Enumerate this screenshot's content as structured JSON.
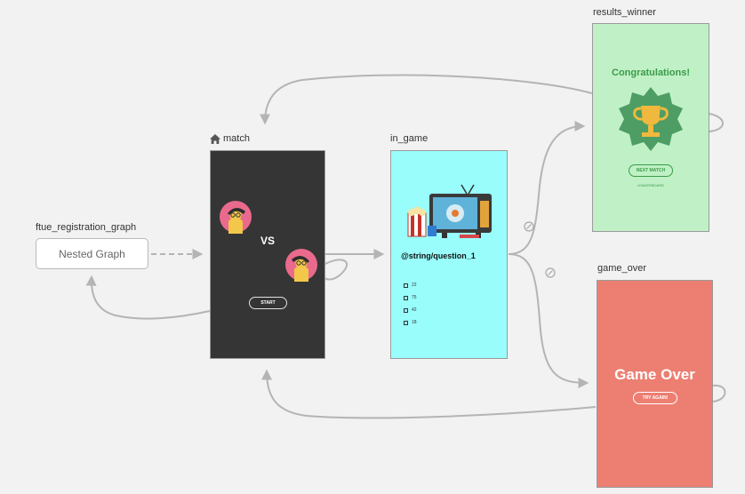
{
  "colors": {
    "canvas": "#f2f2f2",
    "edge": "#b4b4b4",
    "match_bg": "#353535",
    "in_game_bg": "#98fdfb",
    "results_bg": "#c0f1c6",
    "game_over_bg": "#ec7f72",
    "results_title": "#3a9b49"
  },
  "nodes": {
    "nested": {
      "label": "ftue_registration_graph",
      "box_text": "Nested Graph"
    },
    "match": {
      "label": "match",
      "icon": "home-icon",
      "vs_text": "VS",
      "start_label": "START"
    },
    "in_game": {
      "label": "in_game",
      "question": "@string/question_1",
      "options": [
        "22",
        "75",
        "42",
        "18"
      ]
    },
    "results_winner": {
      "label": "results_winner",
      "title": "Congratulations!",
      "next_match_label": "NEXT MATCH",
      "leaderboard_label": "LEADERBOARD"
    },
    "game_over": {
      "label": "game_over",
      "title": "Game Over",
      "try_again_label": "TRY AGAIN!"
    }
  },
  "badges": {
    "icon": "action-link-icon"
  }
}
